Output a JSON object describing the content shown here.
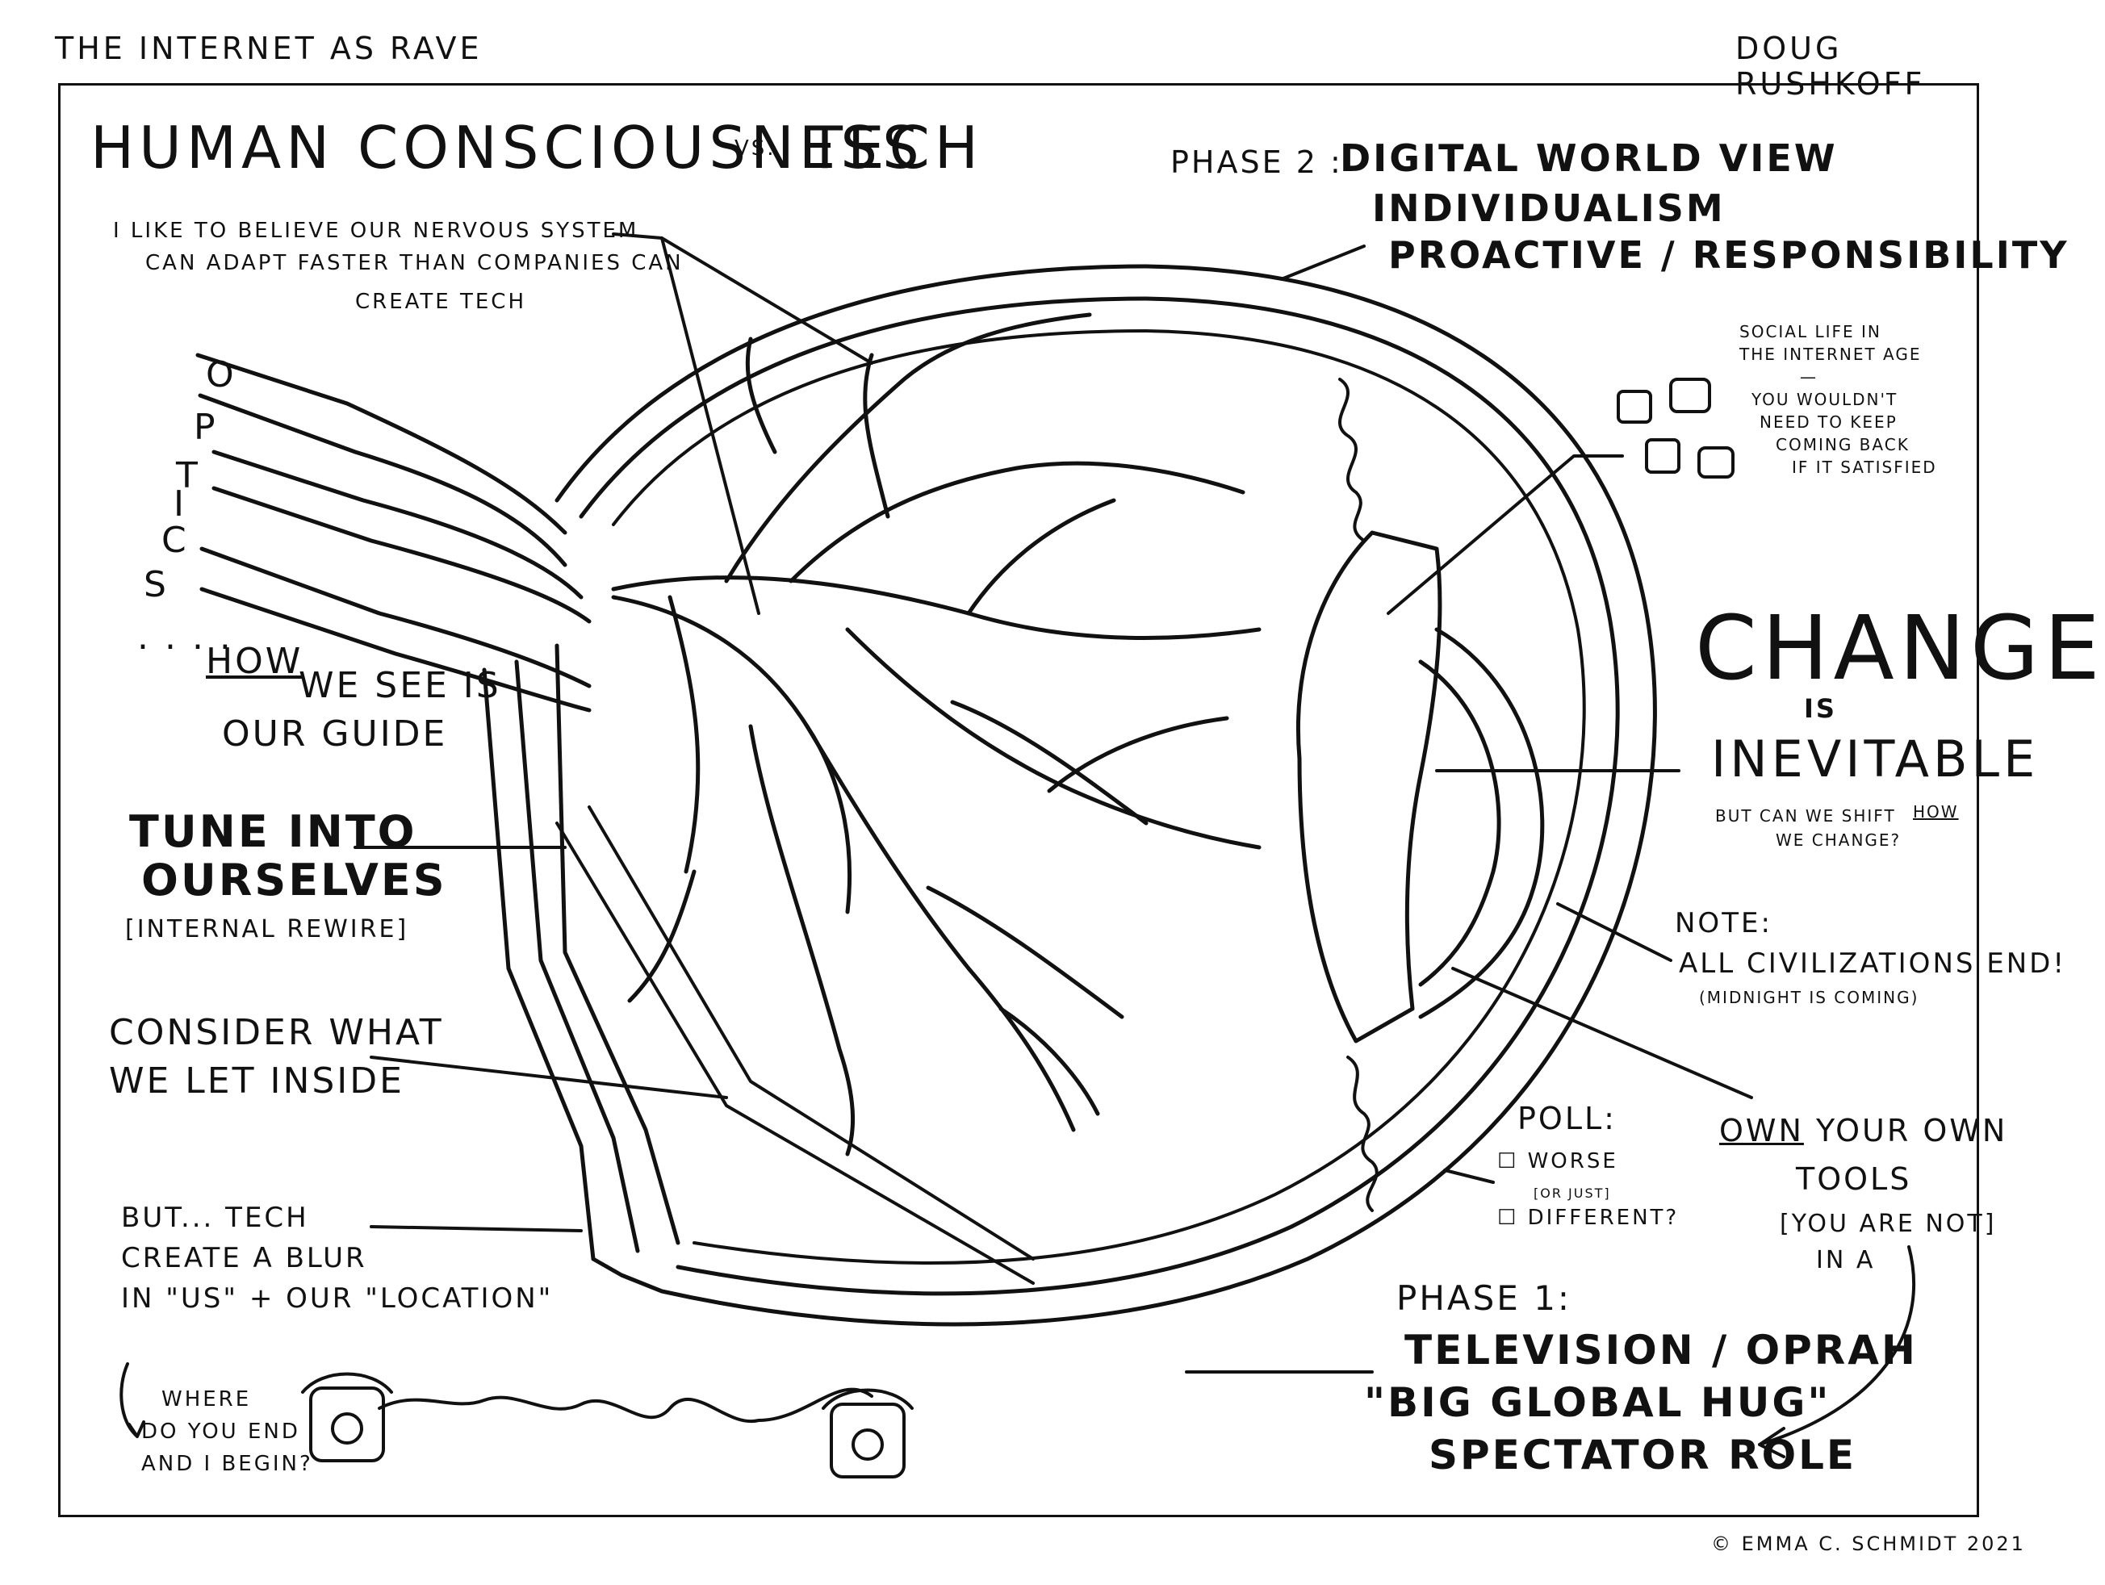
{
  "header": {
    "left": "THE INTERNET AS RAVE",
    "right": "DOUG RUSHKOFF"
  },
  "title": {
    "main": "HUMAN CONSCIOUSNESS",
    "vs": "VS.",
    "tech": "TECH"
  },
  "notes": {
    "nervous": [
      "I LIKE TO BELIEVE OUR NERVOUS SYSTEM",
      "CAN ADAPT FASTER THAN COMPANIES CAN",
      "CREATE TECH"
    ],
    "optics_letters": [
      "O",
      "P",
      "T",
      "I",
      "C",
      "S"
    ],
    "optics_dots": ". . . .",
    "how_we_see_how": "HOW",
    "how_we_see_rest": "WE SEE IS",
    "how_we_see_2": "OUR GUIDE",
    "tune": [
      "TUNE INTO",
      "OURSELVES"
    ],
    "tune_sub": "[INTERNAL REWIRE]",
    "consider": [
      "CONSIDER WHAT",
      "WE LET INSIDE"
    ],
    "blur": [
      "BUT... TECH",
      "CREATE A BLUR",
      "IN \"US\" + OUR \"LOCATION\""
    ],
    "where": [
      "WHERE",
      "DO YOU END",
      "AND I BEGIN?"
    ],
    "phase2_label": "PHASE 2 :",
    "phase2": [
      "DIGITAL WORLD VIEW",
      "INDIVIDUALISM",
      "PROACTIVE / RESPONSIBILITY"
    ],
    "social": [
      "SOCIAL LIFE IN",
      "THE INTERNET AGE",
      "—",
      "YOU WOULDN'T",
      "NEED TO KEEP",
      "COMING BACK",
      "IF IT SATISFIED"
    ],
    "change": "CHANGE",
    "is": "IS",
    "inevitable": "INEVITABLE",
    "shift_a": "BUT CAN WE SHIFT",
    "shift_how": "HOW",
    "shift_b": "WE CHANGE?",
    "note_label": "NOTE:",
    "note": "ALL CIVILIZATIONS END!",
    "note_sub": "(MIDNIGHT IS COMING)",
    "poll": "POLL:",
    "poll_opts": [
      "WORSE",
      "[OR JUST]",
      "DIFFERENT?"
    ],
    "own_underlined": "OWN",
    "own_rest": "YOUR OWN",
    "own_2": "TOOLS",
    "own_3": "[YOU ARE NOT]",
    "own_4": "IN A",
    "phase1_label": "PHASE 1:",
    "phase1": [
      "TELEVISION / OPRAH",
      "\"BIG GLOBAL HUG\"",
      "SPECTATOR ROLE"
    ]
  },
  "footer": "© EMMA C. SCHMIDT 2021"
}
